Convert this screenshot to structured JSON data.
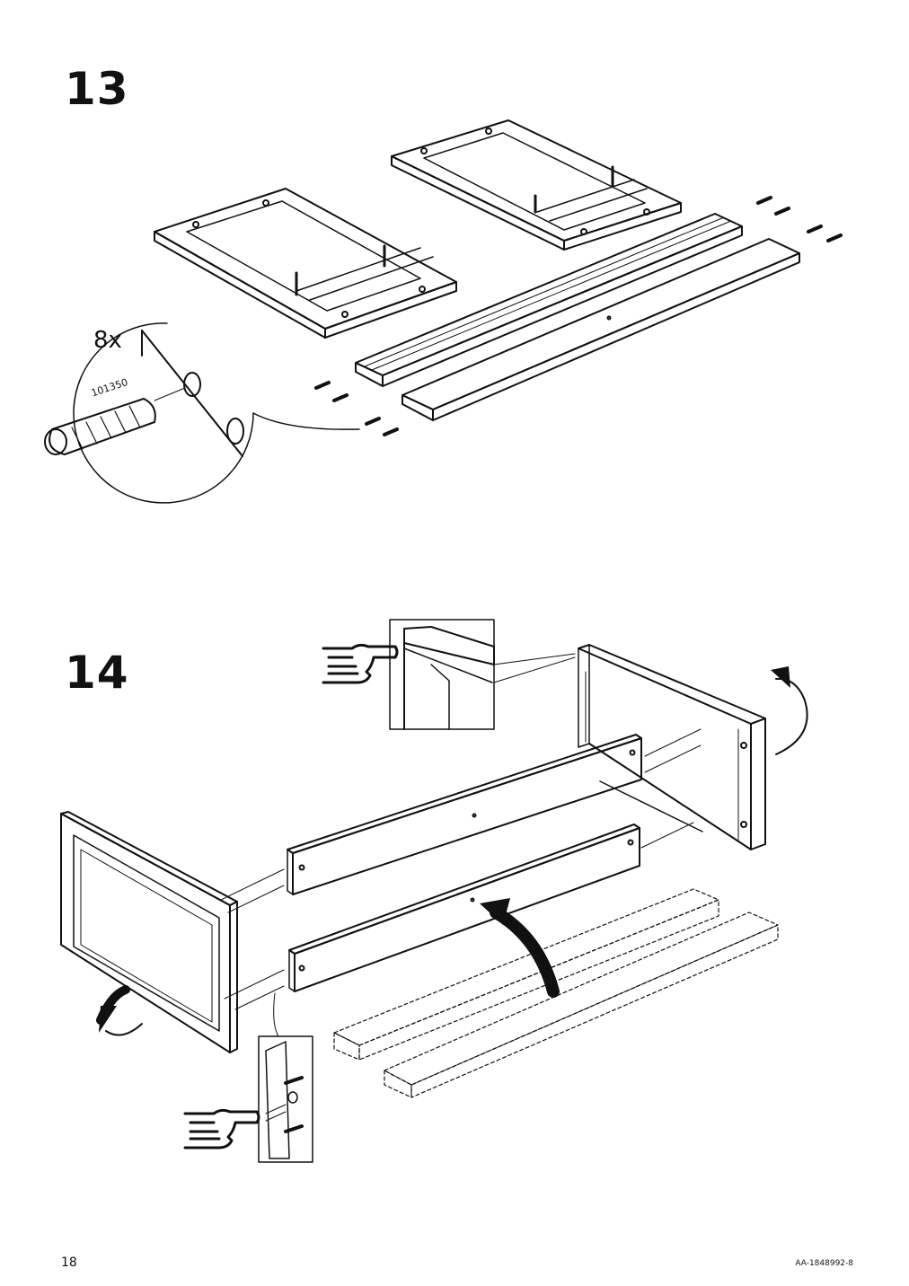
{
  "steps": [
    {
      "number": "13"
    },
    {
      "number": "14"
    }
  ],
  "callout": {
    "quantity": "8x",
    "part_number": "101350"
  },
  "footer": {
    "page_number": "18",
    "document_code": "AA-1848992-8"
  },
  "colors": {
    "ink": "#111111",
    "paper": "#ffffff"
  },
  "icons": [
    "dowel-icon",
    "pointing-hand-icon",
    "rotate-arrow-icon"
  ]
}
